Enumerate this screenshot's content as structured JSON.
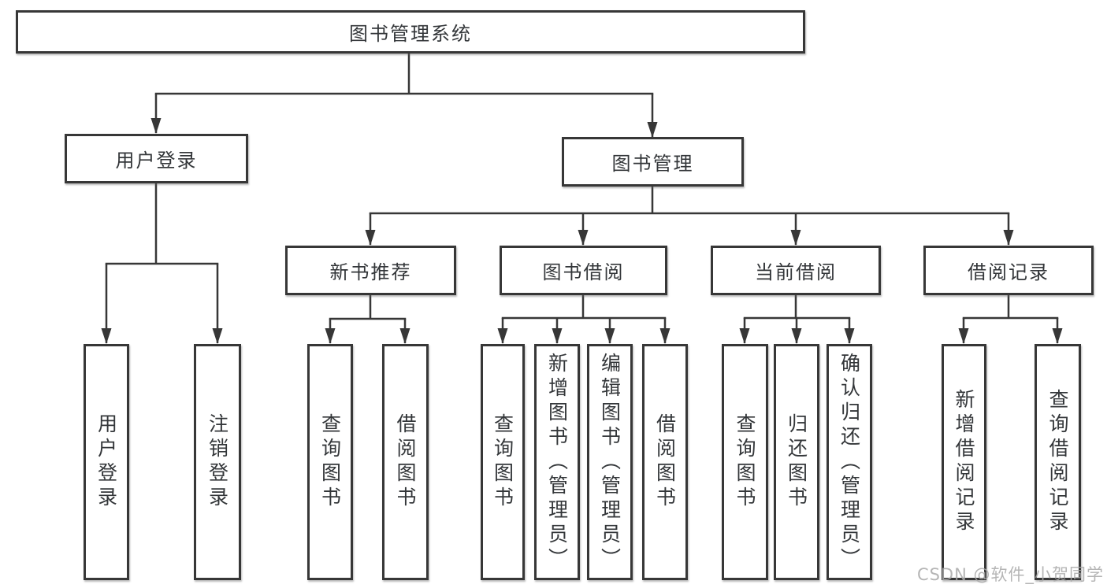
{
  "tree": {
    "label": "图书管理系统",
    "children": [
      {
        "label": "用户登录",
        "children": [
          {
            "label": "用户登录"
          },
          {
            "label": "注销登录"
          }
        ]
      },
      {
        "label": "图书管理",
        "children": [
          {
            "label": "新书推荐",
            "children": [
              {
                "label": "查询图书"
              },
              {
                "label": "借阅图书"
              }
            ]
          },
          {
            "label": "图书借阅",
            "children": [
              {
                "label": "查询图书"
              },
              {
                "label": "新增图书（管理员）"
              },
              {
                "label": "编辑图书（管理员）"
              },
              {
                "label": "借阅图书"
              }
            ]
          },
          {
            "label": "当前借阅",
            "children": [
              {
                "label": "查询图书"
              },
              {
                "label": "归还图书"
              },
              {
                "label": "确认归还（管理员）"
              }
            ]
          },
          {
            "label": "借阅记录",
            "children": [
              {
                "label": "新增借阅记录"
              },
              {
                "label": "查询借阅记录"
              }
            ]
          }
        ]
      }
    ]
  },
  "watermark": {
    "text": "CSDN @软件_小贺同学"
  },
  "colors": {
    "line": "#373737",
    "box_border": "#373737",
    "text": "#333639",
    "watermark": "#a9a9a9",
    "background": "#ffffff"
  }
}
